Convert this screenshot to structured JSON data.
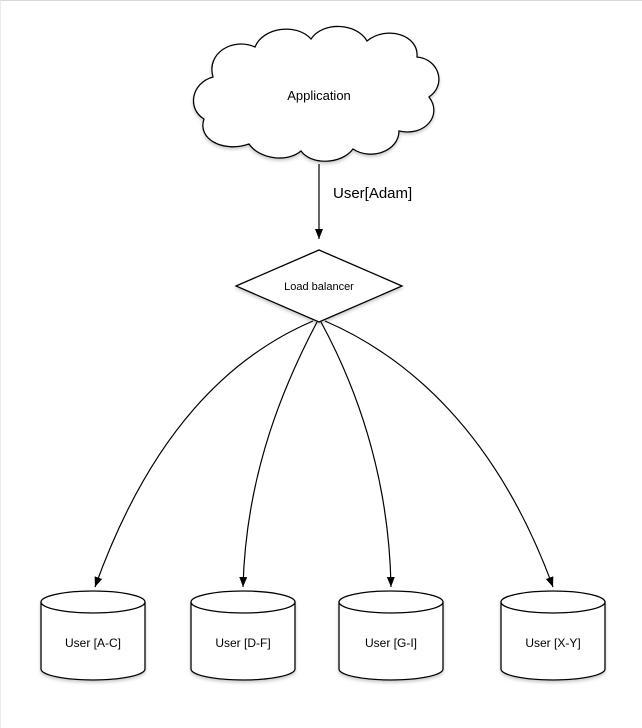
{
  "diagram": {
    "nodes": {
      "application": {
        "label": "Application"
      },
      "load_balancer": {
        "label": "Load balancer"
      }
    },
    "edge": {
      "label": "User[Adam]"
    },
    "shards": [
      {
        "label": "User [A-C]"
      },
      {
        "label": "User [D-F]"
      },
      {
        "label": "User [G-I]"
      },
      {
        "label": "User [X-Y]"
      }
    ],
    "colors": {
      "stroke": "#000000",
      "fill": "#ffffff",
      "background": "#ffffff"
    }
  }
}
